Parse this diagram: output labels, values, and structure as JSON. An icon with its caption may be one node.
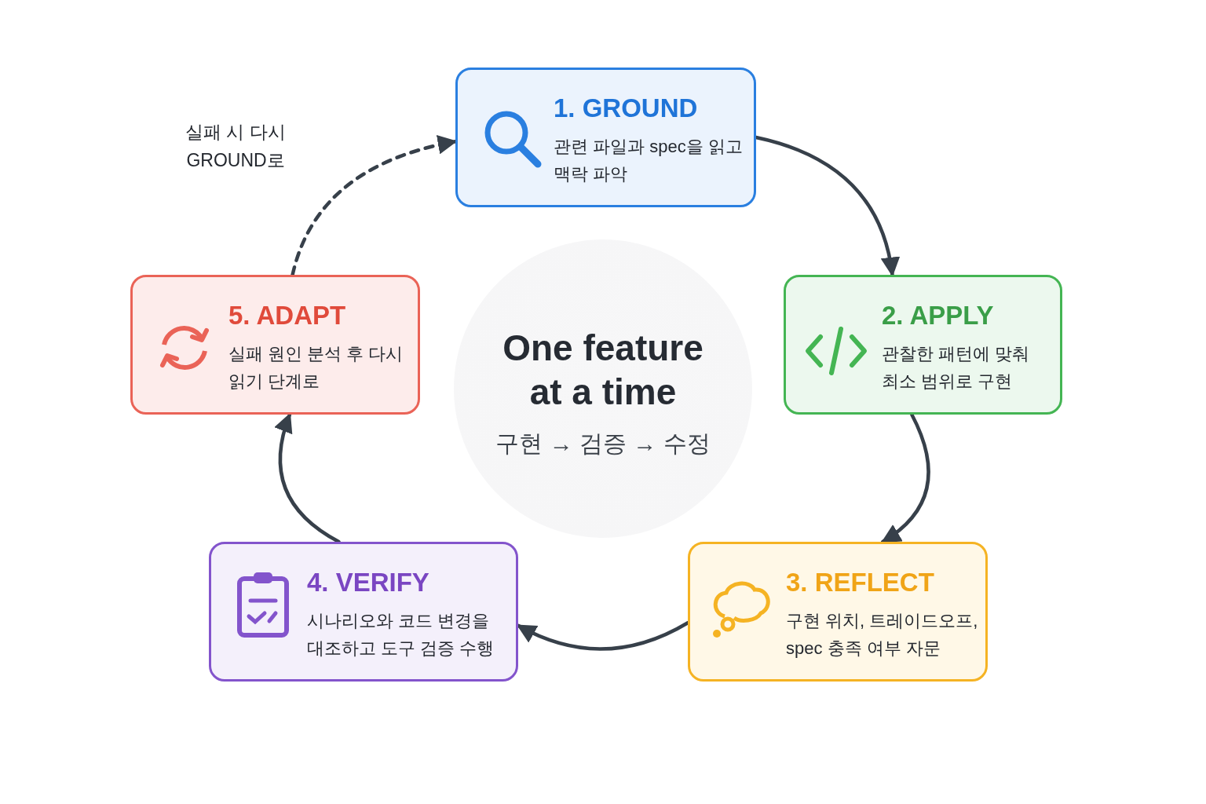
{
  "diagram": {
    "nodes": [
      {
        "text": [
          "1. GROUND",
          "관련 파일과 spec을 읽고 맥락 파악"
        ]
      },
      {
        "text": [
          "2. APPLY",
          "관찰한 패턴에 맞춰 최소 범위로 구현"
        ]
      },
      {
        "text": [
          "3. REFLECT",
          "구현 위치, 트레이드오프, spec 충족 여부 자문"
        ]
      },
      {
        "text": [
          "4. VERIFY",
          "시나리오와 코드 변경을 대조하고 도구 검증 수행"
        ]
      },
      {
        "text": [
          "5. ADAPT",
          "실패 원인 분석 후 다시 읽기 단계로"
        ]
      },
      {
        "text": [
          "One feature at a time",
          "구현 → 검증 → 수정"
        ]
      }
    ],
    "edges": [
      {
        "from": 0,
        "to": 1,
        "arrow": "to"
      },
      {
        "from": 1,
        "to": 2,
        "arrow": "to"
      },
      {
        "from": 2,
        "to": 3,
        "arrow": "to"
      },
      {
        "from": 3,
        "to": 4,
        "arrow": "to"
      },
      {
        "from": 4,
        "to": 0,
        "arrow": "to",
        "style": "dashed",
        "label": "실패 시 다시 GROUND로"
      }
    ]
  }
}
